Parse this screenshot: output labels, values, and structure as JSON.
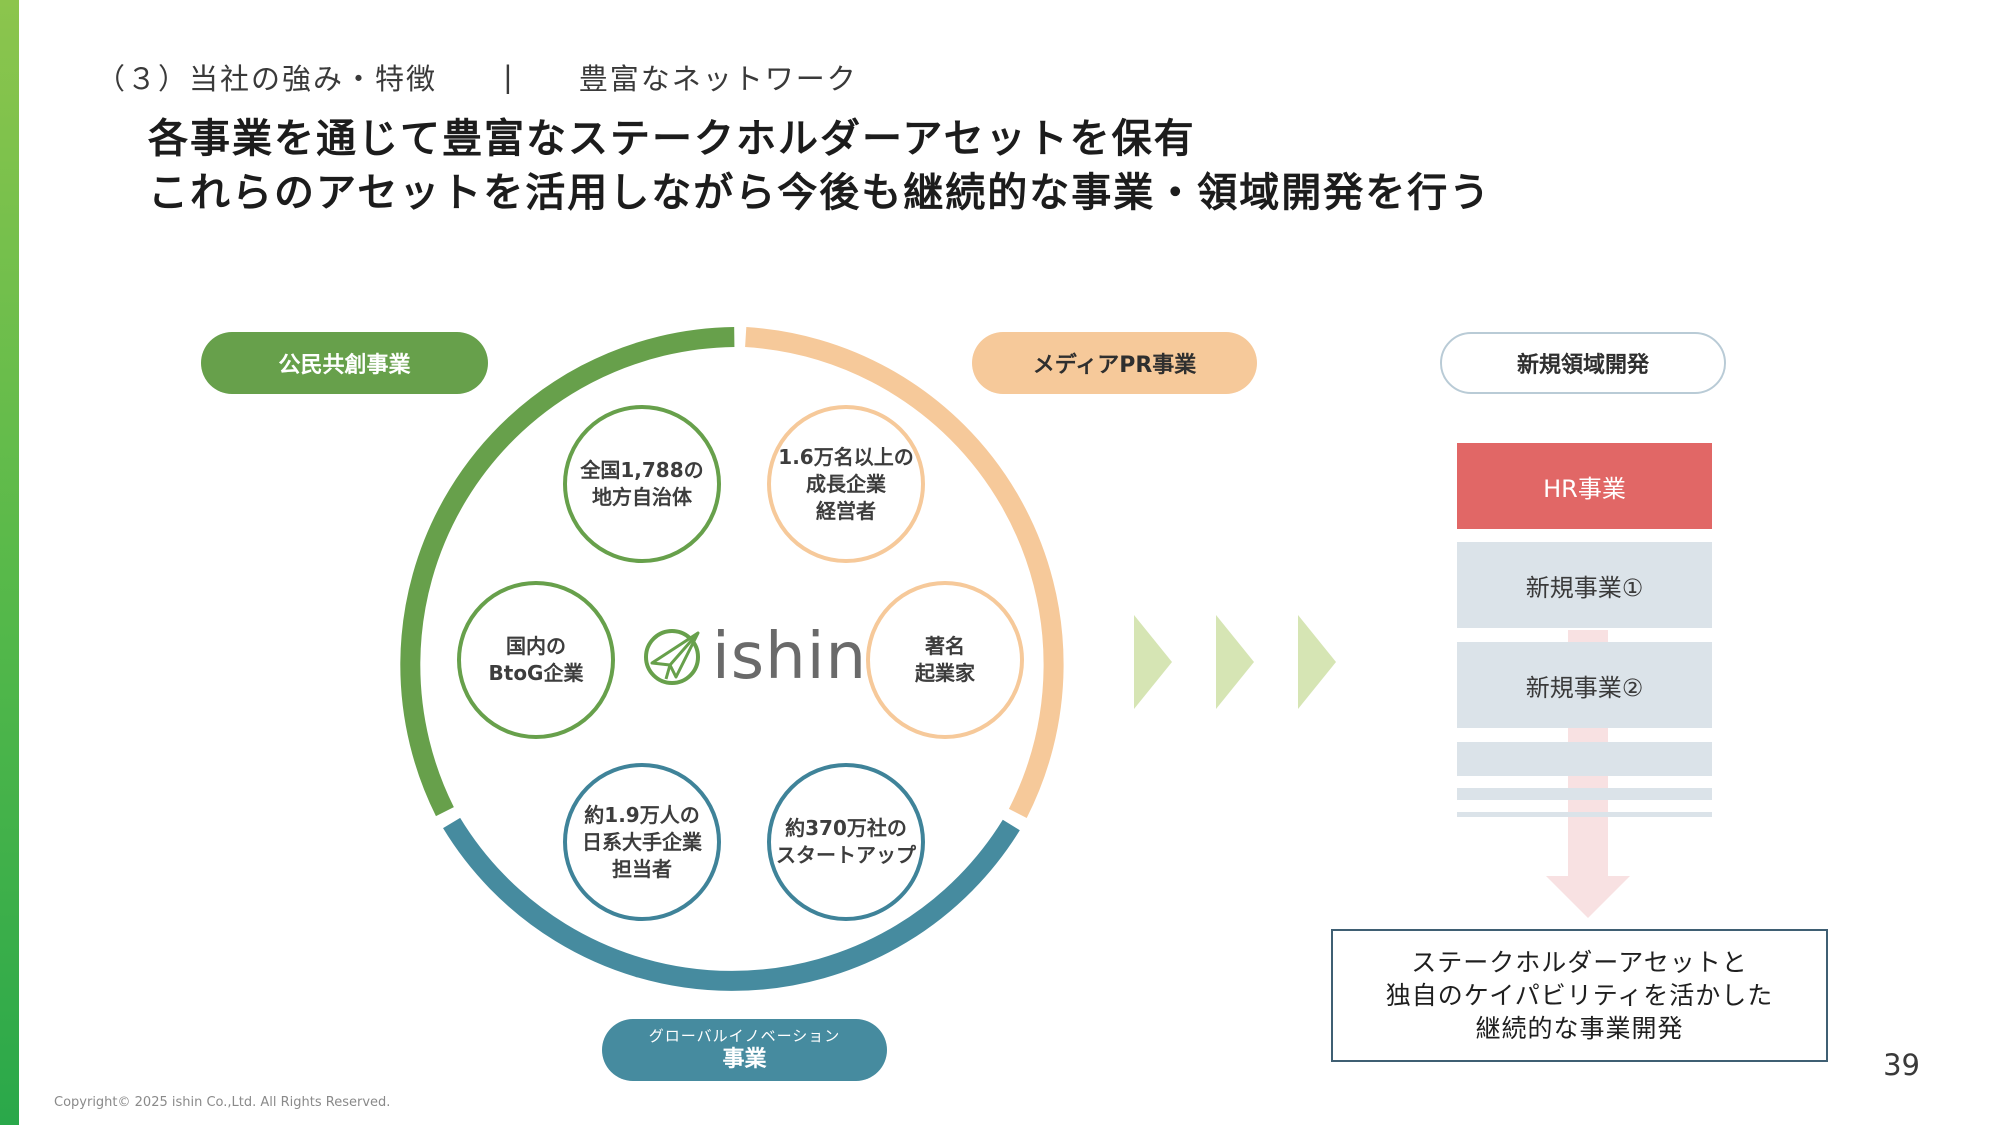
{
  "header": {
    "section": "（３）当社の強み・特徴",
    "separator": "|",
    "subsection": "豊富なネットワーク"
  },
  "title": {
    "line1": "各事業を通じて豊富なステークホルダーアセットを保有",
    "line2": "これらのアセットを活用しながら今後も継続的な事業・領域開発を行う"
  },
  "business": {
    "public": "公民共創事業",
    "media": "メディアPR事業",
    "global_small": "グローバルイノベーション",
    "global_big": "事業",
    "new_domain": "新規領域開発"
  },
  "nodes": {
    "municipalities": "全国1,788の\n地方自治体",
    "executives": "1.6万名以上の\n成長企業\n経営者",
    "btog": "国内の\nBtoG企業",
    "entrepreneurs": "著名\n起業家",
    "japanese_corp": "約1.9万人の\n日系大手企業\n担当者",
    "startups": "約370万社の\nスタートアップ"
  },
  "logo": {
    "text": "ishin",
    "icon": "paper-plane-icon"
  },
  "pipeline": {
    "hr": "HR事業",
    "new1": "新規事業①",
    "new2": "新規事業②"
  },
  "result": "ステークホルダーアセットと\n独自のケイパビリティを活かした\n継続的な事業開発",
  "footer": {
    "page": "39",
    "copyright": "Copyright©  2025 ishin Co.,Ltd. All Rights Reserved."
  },
  "colors": {
    "green": "#67a04b",
    "orange": "#f6c99a",
    "teal": "#468b9f",
    "hr_red": "#e16766",
    "light_box": "#dbe3e9",
    "chevron": "#d6e5b4",
    "arrow_pink": "#f8e1e2"
  }
}
